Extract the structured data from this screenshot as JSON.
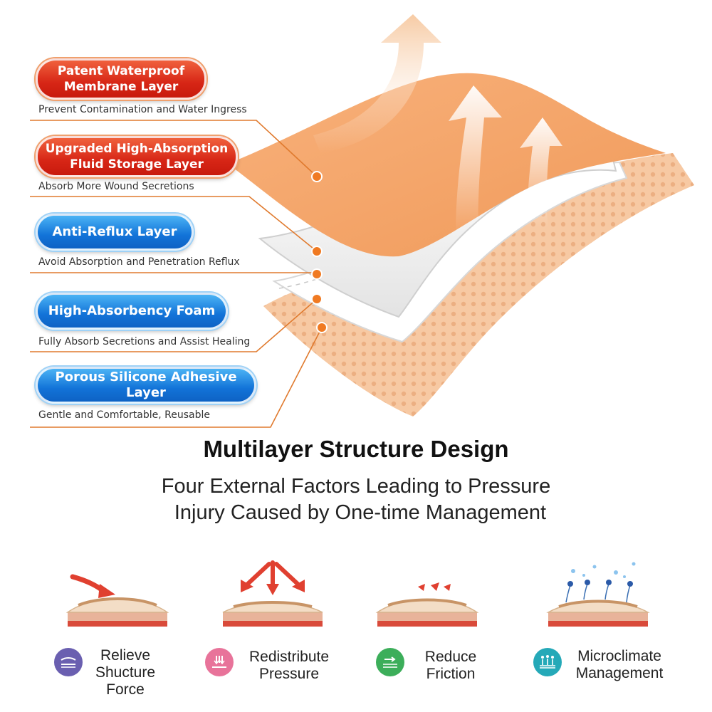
{
  "layers": [
    {
      "label_line1": "Patent Waterproof",
      "label_line2": "Membrane Layer",
      "description": "Prevent Contamination and Water Ingress",
      "style": "red"
    },
    {
      "label_line1": "Upgraded High-Absorption",
      "label_line2": "Fluid Storage Layer",
      "description": "Absorb More Wound Secretions",
      "style": "red"
    },
    {
      "label_line1": "Anti-Reflux Layer",
      "label_line2": "",
      "description": "Avoid Absorption and Penetration Reflux",
      "style": "blue"
    },
    {
      "label_line1": "High-Absorbency Foam",
      "label_line2": "",
      "description": "Fully Absorb Secretions and Assist Healing",
      "style": "blue"
    },
    {
      "label_line1": "Porous Silicone Adhesive Layer",
      "label_line2": "",
      "description": "Gentle and Comfortable, Reusable",
      "style": "blue"
    }
  ],
  "heading": {
    "title": "Multilayer Structure Design",
    "subtitle_line1": "Four External Factors Leading to Pressure",
    "subtitle_line2": "Injury Caused by One-time Management"
  },
  "factors": [
    {
      "line1": "Relieve",
      "line2": "Shucture",
      "line3": "Force",
      "icon": "shear-force-icon",
      "color": "#6a5fb0"
    },
    {
      "line1": "Redistribute",
      "line2": "Pressure",
      "line3": "",
      "icon": "pressure-icon",
      "color": "#e8739a"
    },
    {
      "line1": "Reduce",
      "line2": "Friction",
      "line3": "",
      "icon": "friction-icon",
      "color": "#3cae5a"
    },
    {
      "line1": "Microclimate",
      "line2": "Management",
      "line3": "",
      "icon": "microclimate-icon",
      "color": "#25a9b8"
    }
  ],
  "colors": {
    "leader_line": "#e07a2e",
    "membrane": "#f4a46a",
    "silicone": "#f7c9a3"
  }
}
